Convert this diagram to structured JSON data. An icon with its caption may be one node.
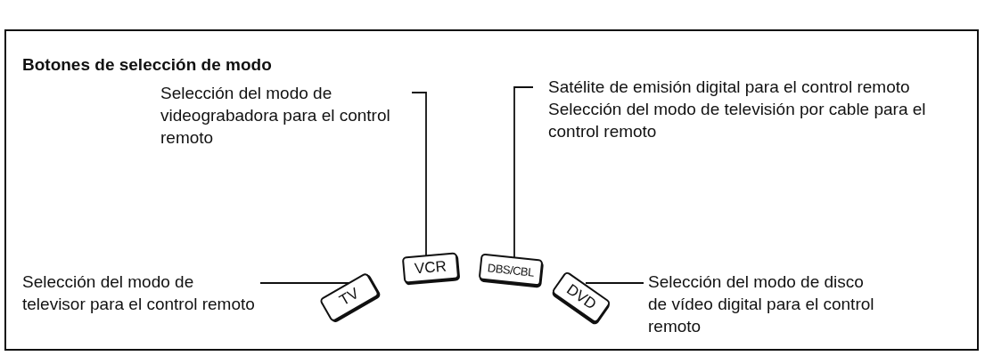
{
  "diagram": {
    "title": "Botones de selección de modo",
    "nodes": [
      {
        "text": [
          "Selección del modo de videograbadora para el control remoto"
        ]
      },
      {
        "text": [
          "Satélite de emisión digital para el control remoto",
          "Selección del modo de televisión por cable para el control remoto"
        ]
      },
      {
        "text": [
          "Selección del modo de televisor para el control remoto"
        ]
      },
      {
        "text": [
          "Selección del modo de disco de vídeo digital para el control remoto"
        ]
      },
      {
        "text": [
          "TV"
        ]
      },
      {
        "text": [
          "VCR"
        ]
      },
      {
        "text": [
          "DBS/CBL"
        ]
      },
      {
        "text": [
          "DVD"
        ]
      }
    ],
    "edges": [
      {
        "from": 0,
        "to": 5,
        "arrow": "none"
      },
      {
        "from": 1,
        "to": 6,
        "arrow": "none"
      },
      {
        "from": 2,
        "to": 4,
        "arrow": "none"
      },
      {
        "from": 3,
        "to": 7,
        "arrow": "none"
      }
    ]
  }
}
